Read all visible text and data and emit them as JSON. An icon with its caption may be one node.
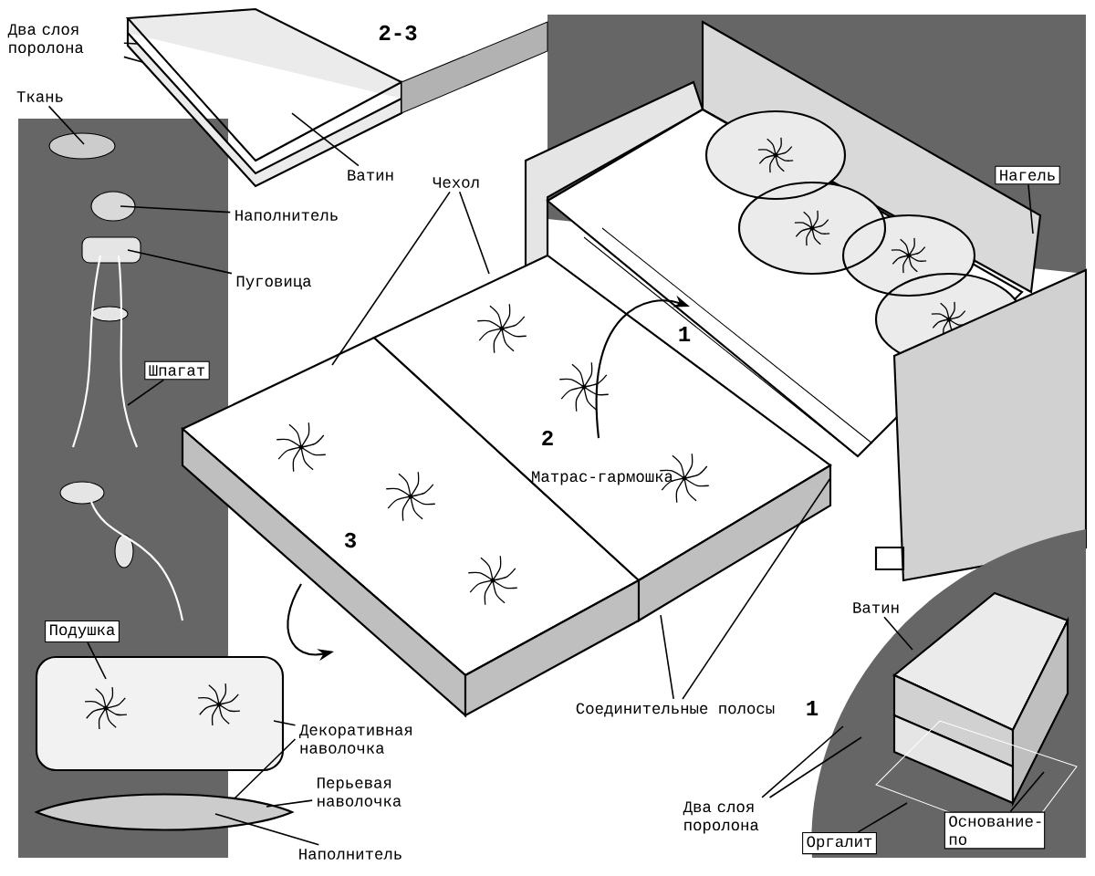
{
  "diagram": {
    "nodes": [
      {
        "text": [
          "Два слоя поролона"
        ]
      },
      {
        "text": [
          "Ткань"
        ]
      },
      {
        "text": [
          "Ватин"
        ]
      },
      {
        "text": [
          "Чехол"
        ]
      },
      {
        "text": [
          "Наполнитель"
        ]
      },
      {
        "text": [
          "Пуговица"
        ]
      },
      {
        "text": [
          "Шпагат"
        ]
      },
      {
        "text": [
          "Нагель"
        ]
      },
      {
        "text": [
          "Матрас-гармошка"
        ]
      },
      {
        "text": [
          "Подушка"
        ]
      },
      {
        "text": [
          "Декоративная наволочка"
        ]
      },
      {
        "text": [
          "Перьевая наволочка"
        ]
      },
      {
        "text": [
          "Наполнитель"
        ]
      },
      {
        "text": [
          "Соединительные полосы"
        ]
      },
      {
        "text": [
          "Ватин"
        ]
      },
      {
        "text": [
          "Два слоя поролона"
        ]
      },
      {
        "text": [
          "Оргалит"
        ]
      },
      {
        "text": [
          "Основание-по"
        ]
      }
    ],
    "edges": [
      {
        "from": 0,
        "to": null,
        "arrow": "none"
      },
      {
        "from": 0,
        "to": null,
        "arrow": "none"
      },
      {
        "from": 1,
        "to": null,
        "arrow": "none"
      },
      {
        "from": 2,
        "to": null,
        "arrow": "none"
      },
      {
        "from": 3,
        "to": null,
        "arrow": "none"
      },
      {
        "from": 3,
        "to": null,
        "arrow": "none"
      },
      {
        "from": 4,
        "to": null,
        "arrow": "none"
      },
      {
        "from": 5,
        "to": null,
        "arrow": "none"
      },
      {
        "from": 6,
        "to": null,
        "arrow": "none"
      },
      {
        "from": 7,
        "to": null,
        "arrow": "none"
      },
      {
        "from": 9,
        "to": null,
        "arrow": "none"
      },
      {
        "from": 10,
        "to": null,
        "arrow": "none"
      },
      {
        "from": 10,
        "to": null,
        "arrow": "none"
      },
      {
        "from": 11,
        "to": null,
        "arrow": "none"
      },
      {
        "from": 12,
        "to": null,
        "arrow": "none"
      },
      {
        "from": 13,
        "to": null,
        "arrow": "none"
      },
      {
        "from": 13,
        "to": null,
        "arrow": "none"
      },
      {
        "from": 14,
        "to": null,
        "arrow": "none"
      },
      {
        "from": 15,
        "to": null,
        "arrow": "none"
      },
      {
        "from": 15,
        "to": null,
        "arrow": "none"
      },
      {
        "from": 16,
        "to": null,
        "arrow": "none"
      },
      {
        "from": 17,
        "to": null,
        "arrow": "none"
      }
    ],
    "labels": [
      "2-3",
      "1",
      "2",
      "3",
      "1"
    ]
  }
}
